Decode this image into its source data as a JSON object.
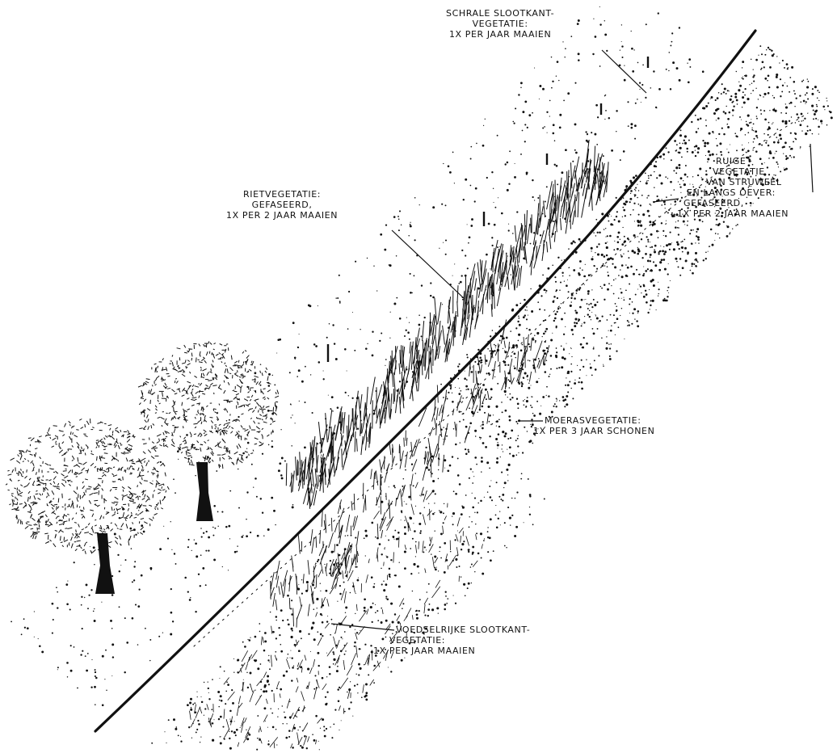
{
  "labels": {
    "schrale": {
      "lines": [
        "SCHRALE SLOOTKANT-",
        "VEGETATIE:",
        "1X PER JAAR MAAIEN"
      ]
    },
    "riet": {
      "lines": [
        "RIETVEGETATIE:",
        "GEFASEERD,",
        "1X PER 2 JAAR MAAIEN"
      ]
    },
    "ruige": {
      "lines": [
        "RUIGE",
        "VEGETATIE",
        "VAN STRUWEEL",
        "EN LANGS OEVER:",
        "GEFASEERD,",
        "1X PER 2 JAAR MAAIEN"
      ]
    },
    "moeras": {
      "lines": [
        "MOERASVEGETATIE:",
        "1X PER 3 JAAR SCHONEN"
      ]
    },
    "voedselrijke": {
      "lines": [
        "VOEDSELRIJKE SLOOTKANT-",
        "VEGETATIE:",
        "1X PER JAAR MAAIEN"
      ]
    }
  },
  "colors": {
    "ink": "#111111",
    "paper": "#ffffff"
  }
}
